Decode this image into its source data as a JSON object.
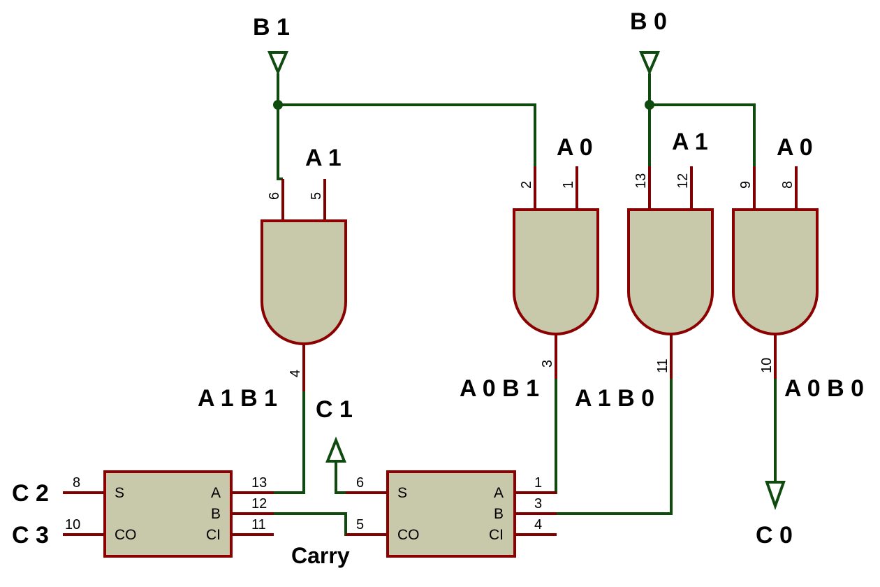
{
  "signals": {
    "b1": "B 1",
    "b0": "B 0",
    "a1_left": "A 1",
    "a0_mid": "A 0",
    "a1_right": "A 1",
    "a0_right": "A 0",
    "a1b1": "A 1 B 1",
    "a0b1": "A 0 B 1",
    "a1b0": "A 1 B 0",
    "a0b0": "A 0 B 0",
    "c1": "C 1",
    "c0": "C 0",
    "c2": "C 2",
    "c3": "C 3",
    "carry": "Carry"
  },
  "gates": [
    {
      "in_a": "6",
      "in_b": "5",
      "out": "4"
    },
    {
      "in_a": "2",
      "in_b": "1",
      "out": "3"
    },
    {
      "in_a": "13",
      "in_b": "12",
      "out": "11"
    },
    {
      "in_a": "9",
      "in_b": "8",
      "out": "10"
    }
  ],
  "adders": [
    {
      "pins": {
        "S": "S",
        "CO": "CO",
        "A": "A",
        "B": "B",
        "CI": "CI"
      },
      "nums": {
        "S": "8",
        "CO": "10",
        "A": "13",
        "B": "12",
        "CI": "11"
      }
    },
    {
      "pins": {
        "S": "S",
        "CO": "CO",
        "A": "A",
        "B": "B",
        "CI": "CI"
      },
      "nums": {
        "S": "6",
        "CO": "5",
        "A": "1",
        "B": "3",
        "CI": "4"
      }
    }
  ],
  "colors": {
    "wire": "#0f4a0f",
    "pin": "#800000",
    "body_fill": "#c8c8aa",
    "body_stroke": "#8b0000"
  }
}
